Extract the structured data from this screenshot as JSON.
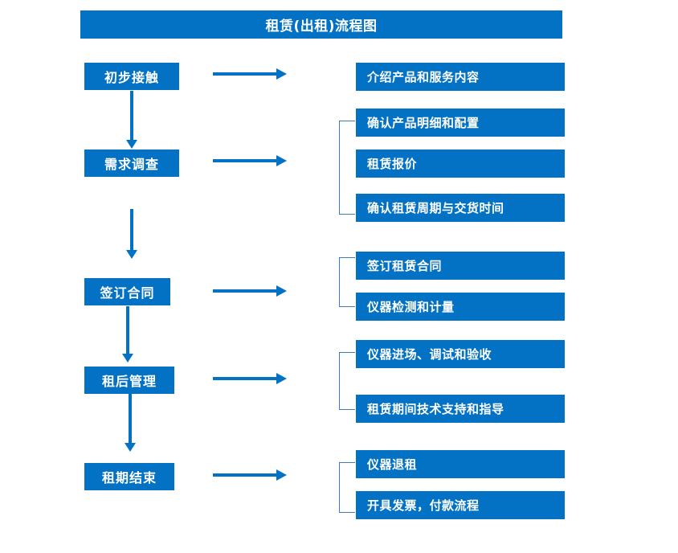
{
  "title": "租赁(出租)流程图",
  "colors": {
    "brand_blue": "#0472C4",
    "bracket_blue": "#3C7BC0",
    "text_white": "#FFFFFF",
    "background": "#FFFFFF"
  },
  "stages": [
    {
      "label": "初步接触",
      "details": [
        "介绍产品和服务内容"
      ]
    },
    {
      "label": "需求调查",
      "details": [
        "确认产品明细和配置",
        "租赁报价",
        "确认租赁周期与交货时间"
      ]
    },
    {
      "label": "签订合同",
      "details": [
        "签订租赁合同",
        "仪器检测和计量"
      ]
    },
    {
      "label": "租后管理",
      "details": [
        "仪器进场、调试和验收",
        "租赁期间技术支持和指导"
      ]
    },
    {
      "label": "租期结束",
      "details": [
        "仪器退租",
        "开具发票，付款流程"
      ]
    }
  ],
  "details_flat": [
    "介绍产品和服务内容",
    "确认产品明细和配置",
    "租赁报价",
    "确认租赁周期与交货时间",
    "签订租赁合同",
    "仪器检测和计量",
    "仪器进场、调试和验收",
    "租赁期间技术支持和指导",
    "仪器退租",
    "开具发票，付款流程"
  ]
}
